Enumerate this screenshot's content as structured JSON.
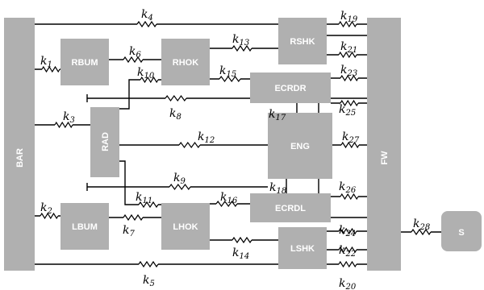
{
  "blocks": {
    "bar": "BAR",
    "rbum": "RBUM",
    "rhok": "RHOK",
    "rshk": "RSHK",
    "ecrdr": "ECRDR",
    "rad": "RAD",
    "eng": "ENG",
    "ecrdl": "ECRDL",
    "lbum": "LBUM",
    "lhok": "LHOK",
    "lshk": "LSHK",
    "fw": "FW",
    "s": "S"
  },
  "springs": {
    "k1": {
      "sym": "k",
      "sub": "1"
    },
    "k2": {
      "sym": "k",
      "sub": "2"
    },
    "k3": {
      "sym": "k",
      "sub": "3"
    },
    "k4": {
      "sym": "k",
      "sub": "4"
    },
    "k5": {
      "sym": "k",
      "sub": "5"
    },
    "k6": {
      "sym": "k",
      "sub": "6"
    },
    "k7": {
      "sym": "k",
      "sub": "7"
    },
    "k8": {
      "sym": "k",
      "sub": "8"
    },
    "k9": {
      "sym": "k",
      "sub": "9"
    },
    "k10": {
      "sym": "k",
      "sub": "10"
    },
    "k11": {
      "sym": "k",
      "sub": "11"
    },
    "k12": {
      "sym": "k",
      "sub": "12"
    },
    "k13": {
      "sym": "k",
      "sub": "13"
    },
    "k14": {
      "sym": "k",
      "sub": "14"
    },
    "k15": {
      "sym": "k",
      "sub": "15"
    },
    "k16": {
      "sym": "k",
      "sub": "16"
    },
    "k17": {
      "sym": "k",
      "sub": "17"
    },
    "k18": {
      "sym": "k",
      "sub": "18"
    },
    "k19": {
      "sym": "k",
      "sub": "19"
    },
    "k20": {
      "sym": "k",
      "sub": "20"
    },
    "k21": {
      "sym": "k",
      "sub": "21"
    },
    "k22": {
      "sym": "k",
      "sub": "22"
    },
    "k23": {
      "sym": "k",
      "sub": "23"
    },
    "k24": {
      "sym": "k",
      "sub": "24"
    },
    "k25": {
      "sym": "k",
      "sub": "25"
    },
    "k26": {
      "sym": "k",
      "sub": "26"
    },
    "k27": {
      "sym": "k",
      "sub": "27"
    },
    "k28": {
      "sym": "k",
      "sub": "28"
    }
  },
  "colors": {
    "block_fill": "#b0b0b0",
    "line": "#000000",
    "block_text": "#ffffff"
  }
}
